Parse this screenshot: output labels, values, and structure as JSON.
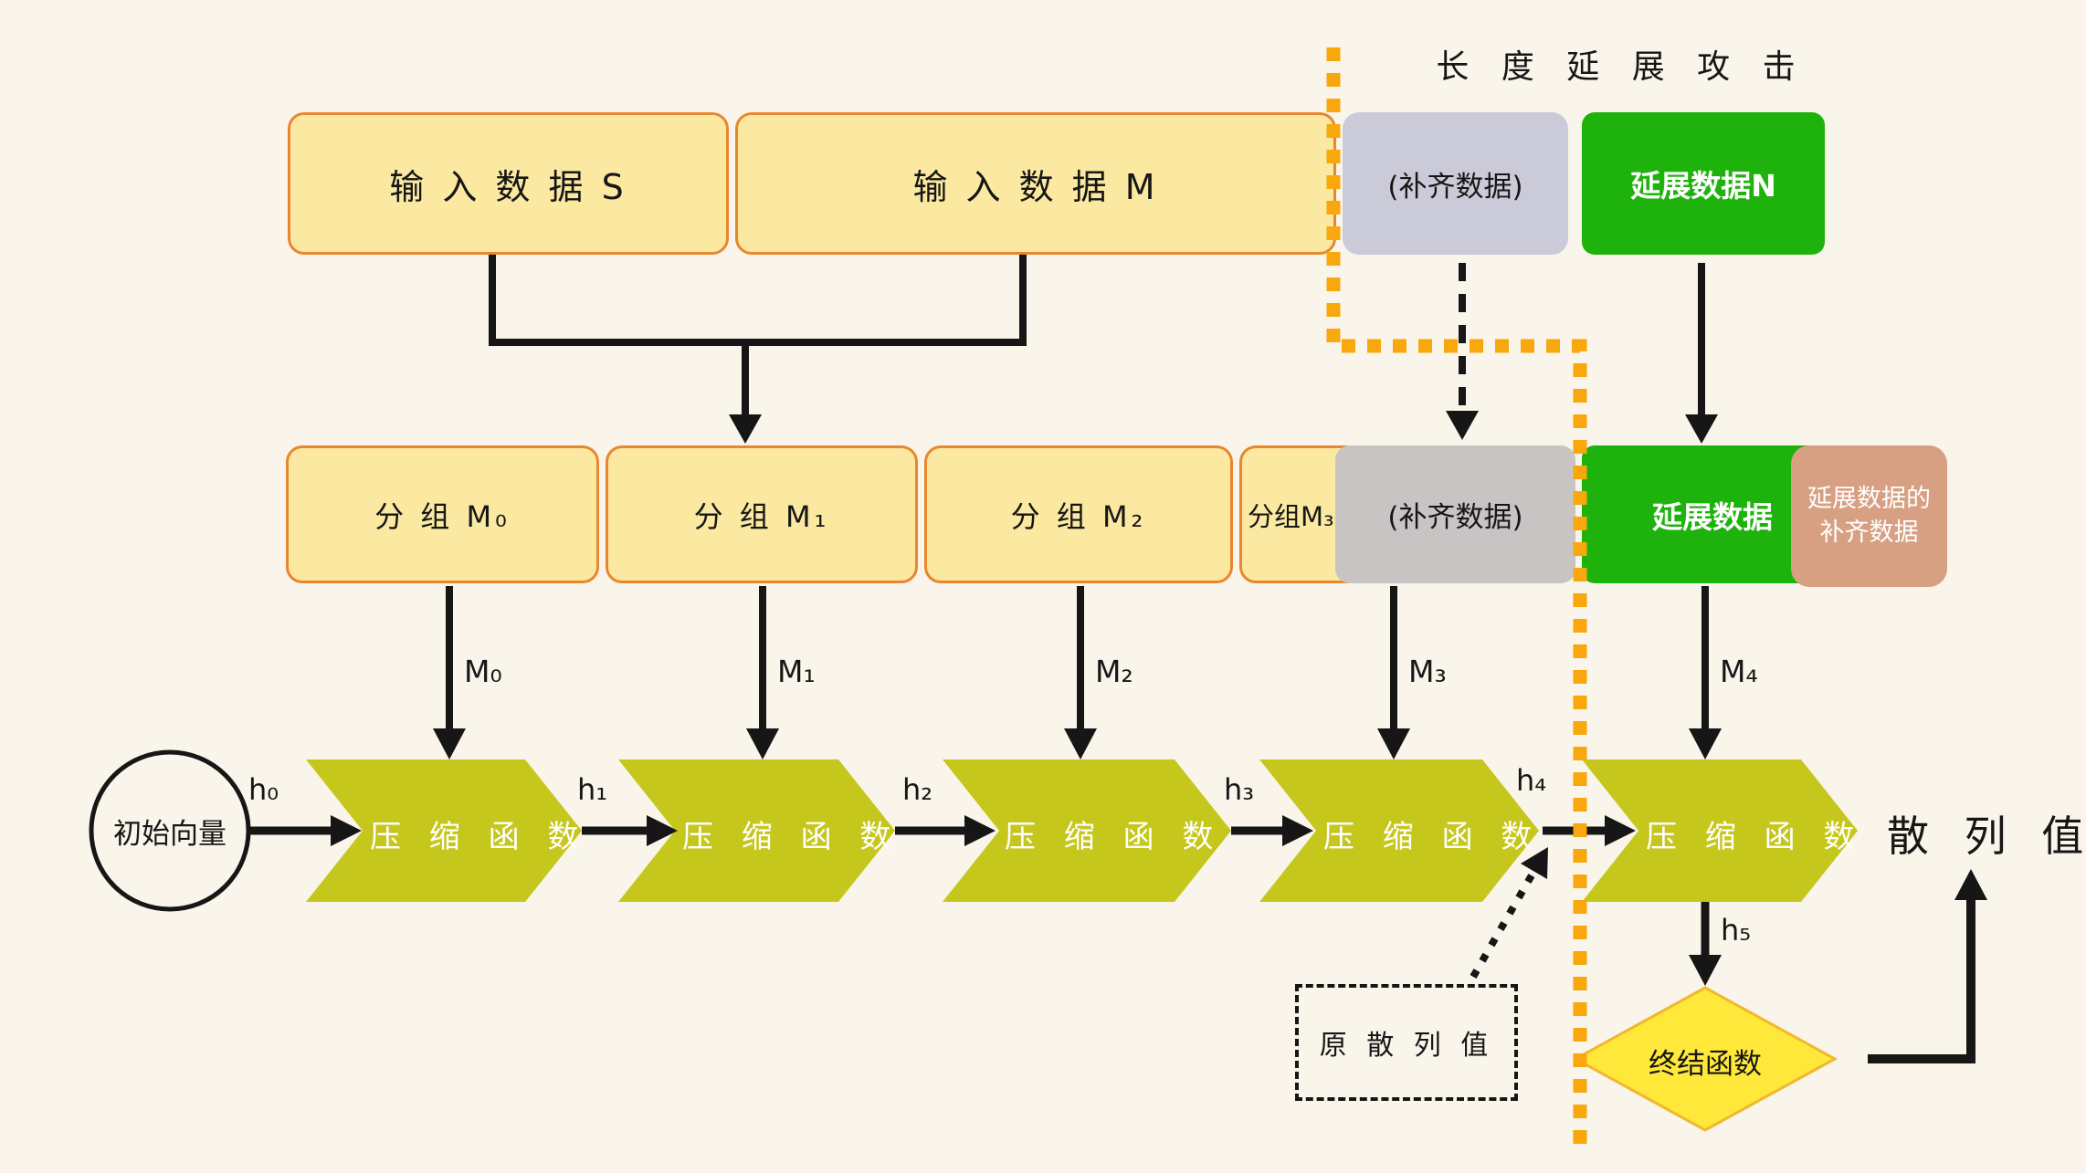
{
  "title": "长 度 延 展 攻 击",
  "row1": {
    "input_s": "输 入 数 据 S",
    "input_m": "输 入 数 据 M",
    "padding": "(补齐数据)",
    "extension_n": "延展数据N"
  },
  "row2": {
    "group_m0": "分 组 M₀",
    "group_m1": "分 组 M₁",
    "group_m2": "分 组 M₂",
    "group_m3": "分组M₃",
    "padding": "(补齐数据)",
    "extension": "延展数据",
    "extension_padding_line1": "延展数据的",
    "extension_padding_line2": "补齐数据"
  },
  "block_labels": {
    "m0": "M₀",
    "m1": "M₁",
    "m2": "M₂",
    "m3": "M₃",
    "m4": "M₄"
  },
  "chain_labels": {
    "h0": "h₀",
    "h1": "h₁",
    "h2": "h₂",
    "h3": "h₃",
    "h4": "h₄",
    "h5": "h₅"
  },
  "nodes": {
    "initial_vector": "初始向量",
    "compression": "压 缩 函 数",
    "finalization": "终结函数",
    "hash_value": "散 列 值",
    "original_hash": "原 散 列 值"
  },
  "colors": {
    "background": "#f9f5ea",
    "yellow_box_fill": "#fbe9a1",
    "yellow_box_border": "#e8872e",
    "gray_padding_row1": "#cbcad9",
    "gray_padding_row2": "#c8c4c3",
    "green_extension": "#1eb20c",
    "tan_extension_padding": "#d8a083",
    "chevron_olive": "#c6c71d",
    "diamond_yellow": "#ffe83a",
    "diamond_border": "#f2b72e",
    "orange_dotted_line": "#f8a70c",
    "line_black": "#161616"
  }
}
